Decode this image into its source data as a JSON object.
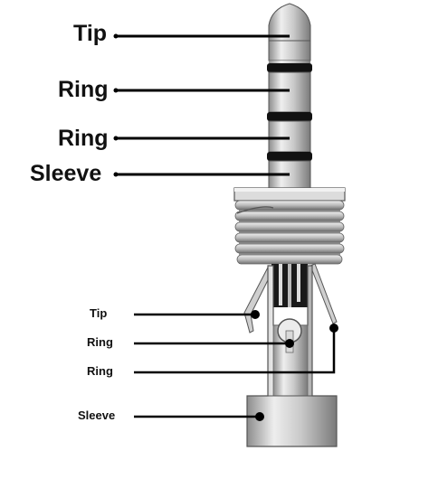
{
  "upper_labels": [
    "Tip",
    "Ring",
    "Ring",
    "Sleeve"
  ],
  "lower_labels": [
    "Tip",
    "Ring",
    "Ring",
    "Sleeve"
  ],
  "colors": {
    "line": "#000000",
    "metal_light": "#e6e6e6",
    "metal_mid": "#c4c4c4",
    "metal_dark": "#7f7f7f",
    "insulator": "#111111"
  }
}
